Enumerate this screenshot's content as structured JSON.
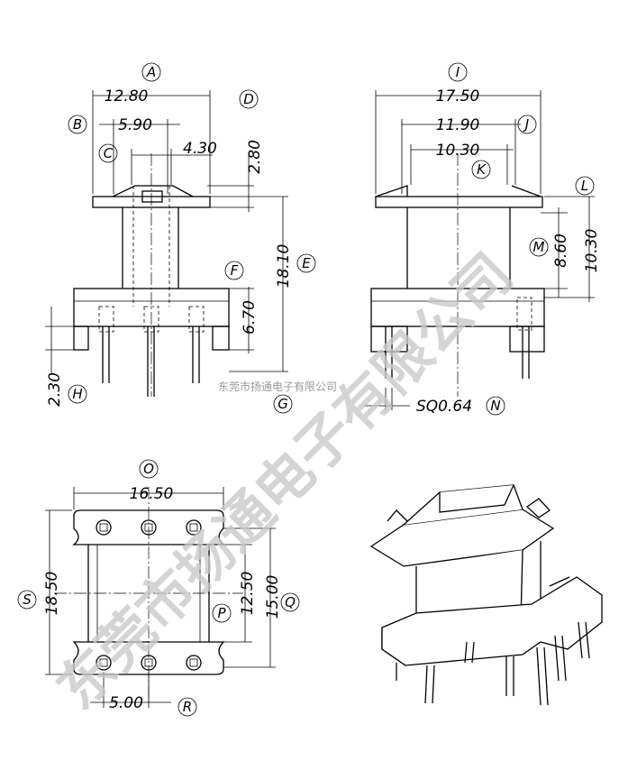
{
  "dimensions": {
    "A": "12.80",
    "B": "5.90",
    "C": "4.30",
    "D": "2.80",
    "E": "18.10",
    "F": "6.70",
    "H": "2.30",
    "I": "17.50",
    "J": "11.90",
    "K": "10.30",
    "M": "8.60",
    "L": "10.30",
    "N": "SQ0.64",
    "O": "16.50",
    "P": "12.50",
    "Q": "15.00",
    "R": "5.00",
    "S": "18.50"
  },
  "labels": [
    "A",
    "B",
    "C",
    "D",
    "E",
    "F",
    "G",
    "H",
    "I",
    "J",
    "K",
    "L",
    "M",
    "N",
    "O",
    "P",
    "Q",
    "R",
    "S"
  ],
  "watermark": {
    "big": "东莞市扬通电子有限公司",
    "small": "东莞市扬通电子有限公司"
  },
  "colors": {
    "line": "#000000",
    "watermark": "#c8c8c8",
    "background": "#ffffff"
  }
}
